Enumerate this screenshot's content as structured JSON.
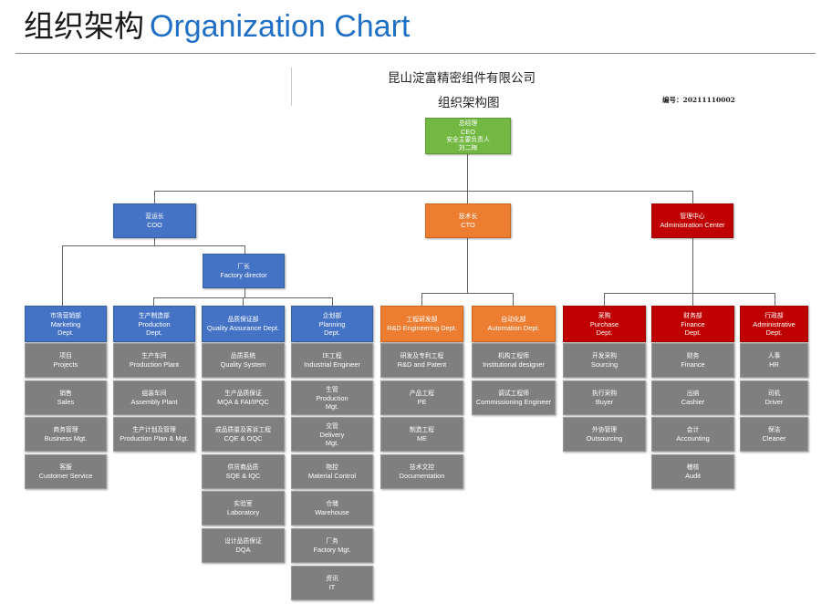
{
  "page": {
    "title_cn": "组织架构",
    "title_en": "Organization Chart",
    "company": "昆山淀富精密组件有限公司",
    "chart_name": "组织架构图",
    "doc_no": "编号：20211110002"
  },
  "ceo": {
    "cn": "总经理",
    "en": "CEO",
    "line3": "安全主要负责人",
    "line4": "刘二梅"
  },
  "coo": {
    "cn": "营运长",
    "en": "COO"
  },
  "cto": {
    "cn": "技术长",
    "en": "CTO"
  },
  "admin_center": {
    "cn": "管理中心",
    "en": "Administration Center"
  },
  "factory_director": {
    "cn": "厂长",
    "en": "Factory director"
  },
  "departments": [
    {
      "cn": "市场营销部",
      "en": "Marketing",
      "en2": "Dept.",
      "items": [
        {
          "cn": "项目",
          "en": "Projects"
        },
        {
          "cn": "销售",
          "en": "Sales"
        },
        {
          "cn": "商务管理",
          "en": "Business Mgt."
        },
        {
          "cn": "客服",
          "en": "Customer Service"
        }
      ]
    },
    {
      "cn": "生产制造部",
      "en": "Production",
      "en2": "Dept.",
      "items": [
        {
          "cn": "生产车间",
          "en": "Production Plant"
        },
        {
          "cn": "组装车间",
          "en": "Assembly Plant"
        },
        {
          "cn": "生产计划及管理",
          "en": "Production Plan & Mgt."
        }
      ]
    },
    {
      "cn": "品质保证部",
      "en": "Quality Assurance Dept.",
      "en2": "",
      "items": [
        {
          "cn": "品质系统",
          "en": "Quality System"
        },
        {
          "cn": "生产品质保证",
          "en": "MQA & FAI/IPQC"
        },
        {
          "cn": "成品质量及客诉工程",
          "en": "CQE & OQC"
        },
        {
          "cn": "供货商品质",
          "en": "SQE & IQC"
        },
        {
          "cn": "实验室",
          "en": "Laboratory"
        },
        {
          "cn": "设计品质保证",
          "en": "DQA"
        }
      ]
    },
    {
      "cn": "企划部",
      "en": "Planning",
      "en2": "Dept.",
      "items": [
        {
          "cn": "IE工程",
          "en": "Industrial Engineer"
        },
        {
          "cn": "生管",
          "en": "Production",
          "en2": "Mgt."
        },
        {
          "cn": "交管",
          "en": "Delivery",
          "en2": "Mgt."
        },
        {
          "cn": "物控",
          "en": "Material Control"
        },
        {
          "cn": "仓储",
          "en": "Warehouse"
        },
        {
          "cn": "厂务",
          "en": "Factory Mgt."
        },
        {
          "cn": "资讯",
          "en": "IT"
        }
      ]
    },
    {
      "cn": "工程研发部",
      "en": "R&D Engineering Dept.",
      "en2": "",
      "items": [
        {
          "cn": "研发及专利工程",
          "en": "R&D and Patent"
        },
        {
          "cn": "产品工程",
          "en": "PE"
        },
        {
          "cn": "制造工程",
          "en": "ME"
        },
        {
          "cn": "技术文控",
          "en": "Documentation"
        }
      ]
    },
    {
      "cn": "自动化部",
      "en": "Automation Dept.",
      "en2": "",
      "items": [
        {
          "cn": "机构工程师",
          "en": "Institutional designer"
        },
        {
          "cn": "调试工程师",
          "en": "Commissioning Engineer"
        }
      ]
    },
    {
      "cn": "采购",
      "en": "Purchase",
      "en2": "Dept.",
      "items": [
        {
          "cn": "开发采购",
          "en": "Sourcing"
        },
        {
          "cn": "执行采购",
          "en": "Buyer"
        },
        {
          "cn": "外协管理",
          "en": "Outsourcing"
        }
      ]
    },
    {
      "cn": "财务部",
      "en": "Finance",
      "en2": "Dept.",
      "items": [
        {
          "cn": "财务",
          "en": "Finance"
        },
        {
          "cn": "出纳",
          "en": "Cashier"
        },
        {
          "cn": "会计",
          "en": "Accounting"
        },
        {
          "cn": "稽核",
          "en": "Audit"
        }
      ]
    },
    {
      "cn": "行政部",
      "en": "Administrative",
      "en2": "Dept.",
      "items": [
        {
          "cn": "人事",
          "en": "HR"
        },
        {
          "cn": "司机",
          "en": "Driver"
        },
        {
          "cn": "保洁",
          "en": "Cleaner"
        }
      ]
    }
  ],
  "colors": {
    "ceo": "#72b843",
    "coo_branch": "#4472c4",
    "cto_branch": "#ed7d31",
    "admin_branch": "#c00000",
    "sub_unit": "#7f7f7f",
    "title_en": "#1f6fc5"
  }
}
